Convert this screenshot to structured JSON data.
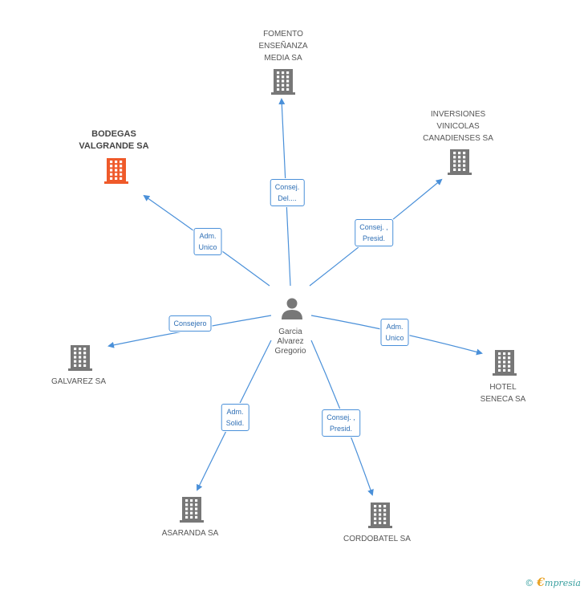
{
  "center": {
    "name": "Garcia\nAlvarez\nGregorio",
    "icon": "person-icon"
  },
  "colors": {
    "edge": "#4a90d9",
    "building": "#777777",
    "highlight": "#ef5a2a"
  },
  "companies": [
    {
      "id": "fomento",
      "name": "FOMENTO\nENSEÑANZA\nMEDIA SA",
      "highlight": false
    },
    {
      "id": "bodegas",
      "name": "BODEGAS\nVALGRANDE SA",
      "highlight": true
    },
    {
      "id": "inversiones",
      "name": "INVERSIONES\nVINICOLAS\nCANADIENSES SA",
      "highlight": false
    },
    {
      "id": "galvarez",
      "name": "GALVAREZ SA",
      "highlight": false
    },
    {
      "id": "hotel",
      "name": "HOTEL\nSENECA SA",
      "highlight": false
    },
    {
      "id": "asaranda",
      "name": "ASARANDA SA",
      "highlight": false
    },
    {
      "id": "cordobatel",
      "name": "CORDOBATEL SA",
      "highlight": false
    }
  ],
  "edges": [
    {
      "to": "fomento",
      "label": "Consej.\nDel...."
    },
    {
      "to": "bodegas",
      "label": "Adm.\nUnico"
    },
    {
      "to": "inversiones",
      "label": "Consej. ,\nPresid."
    },
    {
      "to": "galvarez",
      "label": "Consejero"
    },
    {
      "to": "hotel",
      "label": "Adm.\nUnico"
    },
    {
      "to": "asaranda",
      "label": "Adm.\nSolid."
    },
    {
      "to": "cordobatel",
      "label": "Consej. ,\nPresid."
    }
  ],
  "footer": {
    "copyright": "©",
    "brand_initial": "€",
    "brand_rest": "mpresia"
  }
}
